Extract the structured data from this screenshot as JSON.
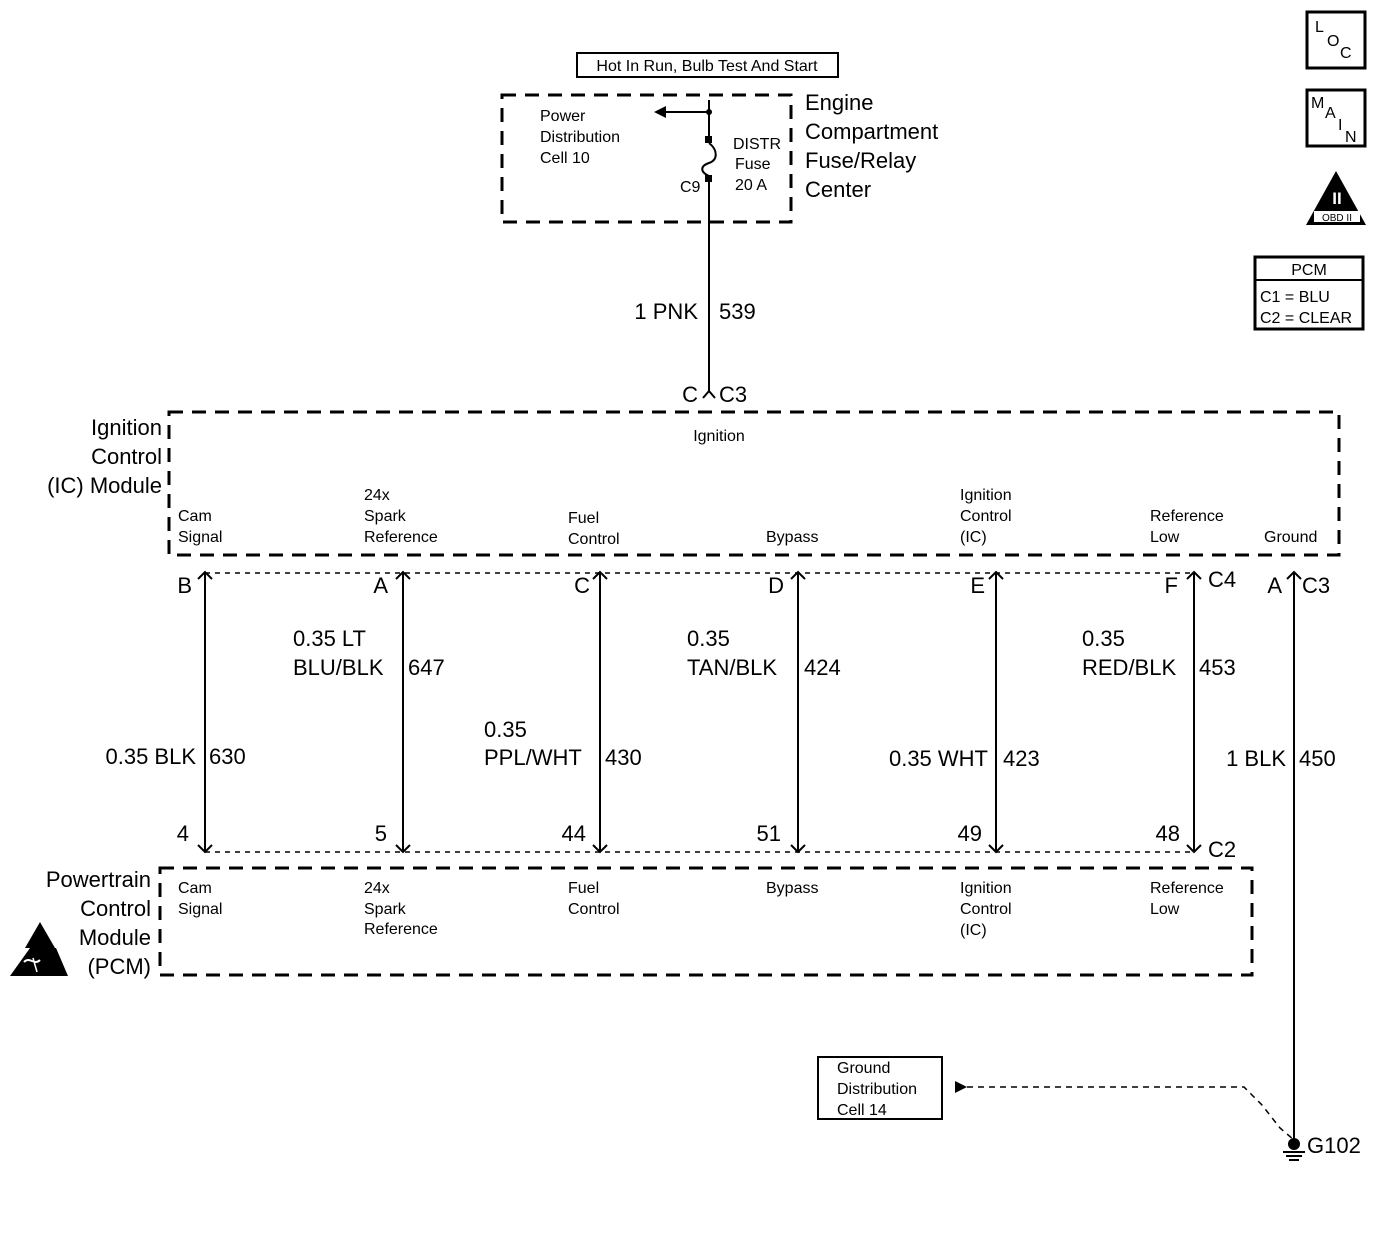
{
  "header": {
    "power_condition": "Hot In Run, Bulb Test And Start"
  },
  "fuse_center": {
    "name": [
      "Engine",
      "Compartment",
      "Fuse/Relay",
      "Center"
    ],
    "power_distribution": [
      "Power",
      "Distribution",
      "Cell 10"
    ],
    "fuse": [
      "DISTR",
      "Fuse",
      "20 A"
    ],
    "connector": "C9"
  },
  "feed_wire": {
    "gauge_color": "1 PNK",
    "circuit": "539",
    "pin": "C",
    "connector": "C3"
  },
  "ic_module": {
    "name": [
      "Ignition",
      "Control",
      "(IC) Module"
    ],
    "ignition_label": "Ignition",
    "terminals": [
      {
        "label": [
          "Cam",
          "Signal"
        ],
        "pin": "B"
      },
      {
        "label": [
          "24x",
          "Spark",
          "Reference"
        ],
        "pin": "A"
      },
      {
        "label": [
          "Fuel",
          "Control"
        ],
        "pin": "C"
      },
      {
        "label": [
          "Bypass"
        ],
        "pin": "D"
      },
      {
        "label": [
          "Ignition",
          "Control",
          "(IC)"
        ],
        "pin": "E"
      },
      {
        "label": [
          "Reference",
          "Low"
        ],
        "pin": "F"
      },
      {
        "label": [
          "Ground"
        ],
        "pin": "A"
      }
    ],
    "connector_c4": "C4",
    "connector_c3": "C3"
  },
  "wires": [
    {
      "color": [
        "0.35 BLK"
      ],
      "circuit": "630",
      "pcm_pin": "4"
    },
    {
      "color": [
        "0.35 LT",
        "BLU/BLK"
      ],
      "circuit": "647",
      "pcm_pin": "5"
    },
    {
      "color": [
        "0.35",
        "PPL/WHT"
      ],
      "circuit": "430",
      "pcm_pin": "44"
    },
    {
      "color": [
        "0.35",
        "TAN/BLK"
      ],
      "circuit": "424",
      "pcm_pin": "51"
    },
    {
      "color": [
        "0.35 WHT"
      ],
      "circuit": "423",
      "pcm_pin": "49"
    },
    {
      "color": [
        "0.35",
        "RED/BLK"
      ],
      "circuit": "453",
      "pcm_pin": "48"
    },
    {
      "color": [
        "1 BLK"
      ],
      "circuit": "450"
    }
  ],
  "pcm": {
    "name": [
      "Powertrain",
      "Control",
      "Module",
      "(PCM)"
    ],
    "connector": "C2",
    "terminals": [
      [
        "Cam",
        "Signal"
      ],
      [
        "24x",
        "Spark",
        "Reference"
      ],
      [
        "Fuel",
        "Control"
      ],
      [
        "Bypass"
      ],
      [
        "Ignition",
        "Control",
        "(IC)"
      ],
      [
        "Reference",
        "Low"
      ]
    ]
  },
  "ground": {
    "distribution": [
      "Ground",
      "Distribution",
      "Cell 14"
    ],
    "label": "G102"
  },
  "legend": {
    "loc": [
      "L",
      "O",
      "C"
    ],
    "main": [
      "M",
      "A",
      "I",
      "N"
    ],
    "obd_numeral": "II",
    "obd_text": "OBD II",
    "pcm_title": "PCM",
    "pcm_c1": "C1 = BLU",
    "pcm_c2": "C2 = CLEAR"
  }
}
